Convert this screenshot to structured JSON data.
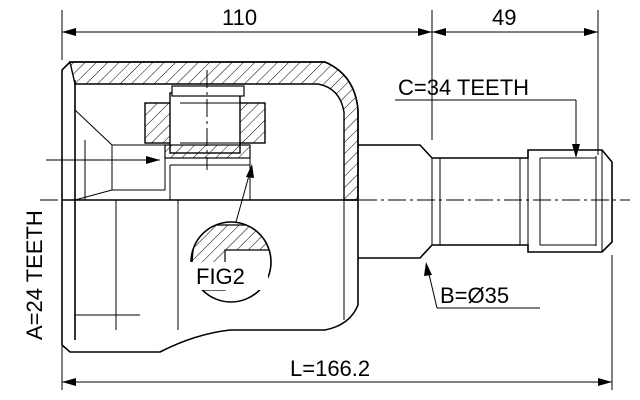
{
  "dimensions": {
    "body_length": "110",
    "stem_length": "49",
    "total_length": "L=166.2",
    "outer_spline": "C=34 TEETH",
    "inner_spline": "A=24 TEETH",
    "shaft_diameter": "B=Ø35",
    "detail_label": "FIG2"
  }
}
